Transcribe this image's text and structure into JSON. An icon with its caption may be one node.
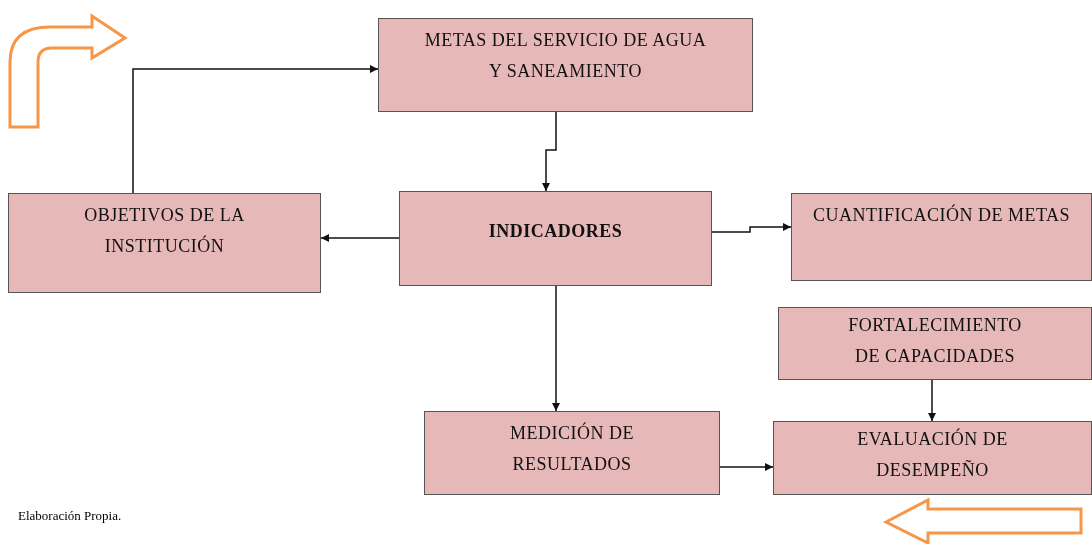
{
  "diagram": {
    "nodes": [
      {
        "text": [
          "METAS DEL SERVICIO DE AGUA Y SANEAMIENTO"
        ]
      },
      {
        "text": [
          "OBJETIVOS DE LA INSTITUCIÓN"
        ]
      },
      {
        "text": [
          "INDICADORES"
        ]
      },
      {
        "text": [
          "CUANTIFICACIÓN DE METAS"
        ]
      },
      {
        "text": [
          "FORTALECIMIENTO DE CAPACIDADES"
        ]
      },
      {
        "text": [
          "MEDICIÓN DE RESULTADOS"
        ]
      },
      {
        "text": [
          "EVALUACIÓN DE DESEMPEÑO"
        ]
      }
    ],
    "edges": [
      {
        "from": 1,
        "to": 0,
        "arrow": "to"
      },
      {
        "from": 0,
        "to": 2,
        "arrow": "to"
      },
      {
        "from": 2,
        "to": 1,
        "arrow": "to"
      },
      {
        "from": 2,
        "to": 3,
        "arrow": "to"
      },
      {
        "from": 2,
        "to": 5,
        "arrow": "to"
      },
      {
        "from": 5,
        "to": 6,
        "arrow": "to"
      },
      {
        "from": 4,
        "to": 6,
        "arrow": "to"
      }
    ],
    "labels": [
      "Elaboración Propia."
    ]
  }
}
